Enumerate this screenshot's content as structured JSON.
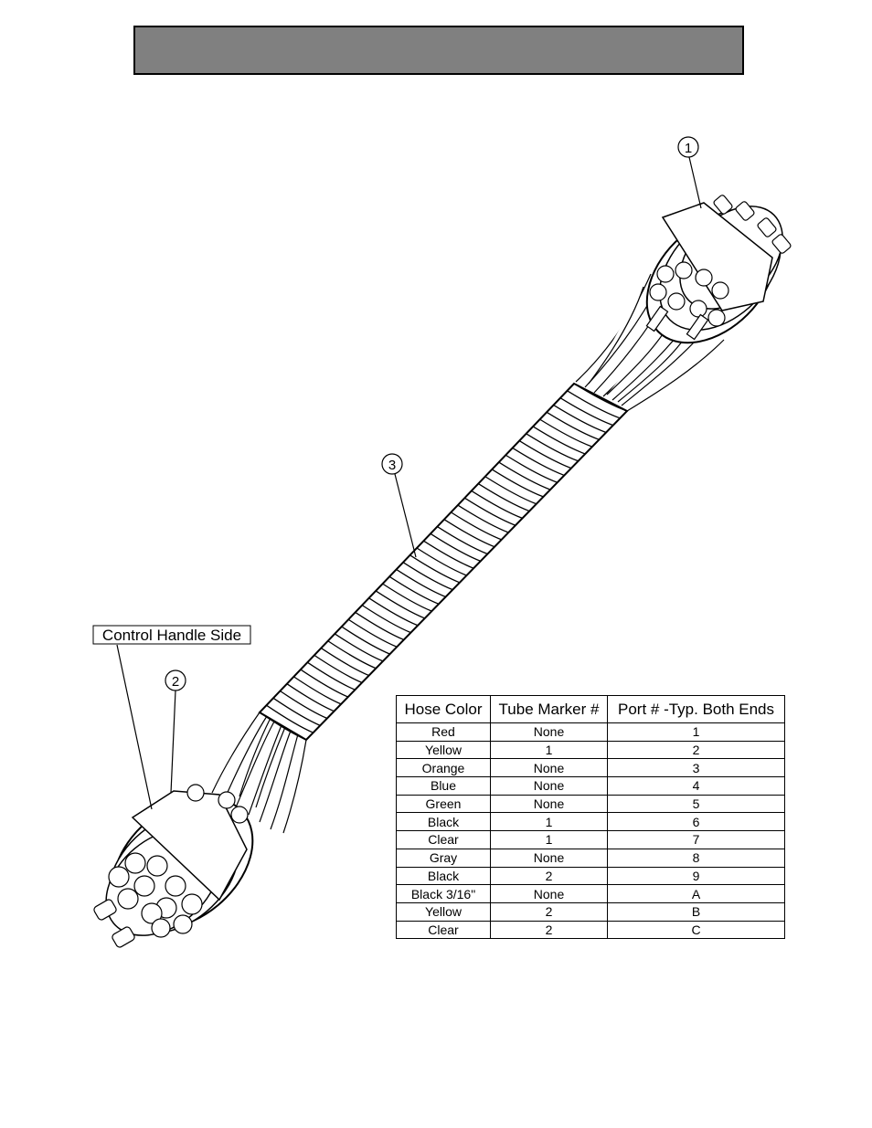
{
  "header": {
    "title": ""
  },
  "callouts": {
    "one": "1",
    "two": "2",
    "three": "3",
    "control_label": "Control Handle Side"
  },
  "table": {
    "headers": [
      "Hose Color",
      "Tube Marker #",
      "Port # -Typ. Both Ends"
    ],
    "rows": [
      [
        "Red",
        "None",
        "1"
      ],
      [
        "Yellow",
        "1",
        "2"
      ],
      [
        "Orange",
        "None",
        "3"
      ],
      [
        "Blue",
        "None",
        "4"
      ],
      [
        "Green",
        "None",
        "5"
      ],
      [
        "Black",
        "1",
        "6"
      ],
      [
        "Clear",
        "1",
        "7"
      ],
      [
        "Gray",
        "None",
        "8"
      ],
      [
        "Black",
        "2",
        "9"
      ],
      [
        "Black 3/16\"",
        "None",
        "A"
      ],
      [
        "Yellow",
        "2",
        "B"
      ],
      [
        "Clear",
        "2",
        "C"
      ]
    ]
  }
}
